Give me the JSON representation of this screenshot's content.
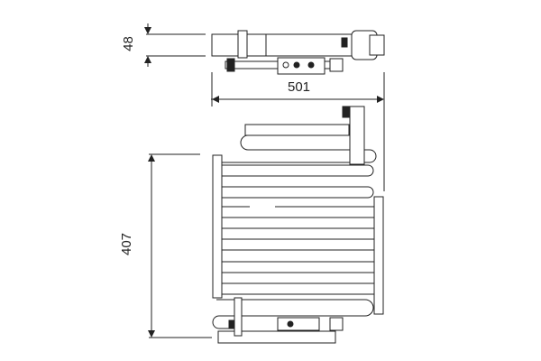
{
  "diagram": {
    "subject": "AC condenser technical drawing",
    "dimensions": {
      "depth": "48",
      "width": "501",
      "height": "407"
    },
    "colors": {
      "line": "#222222",
      "fill": "#ffffff",
      "tube_fill": "#e8e8e8"
    }
  }
}
